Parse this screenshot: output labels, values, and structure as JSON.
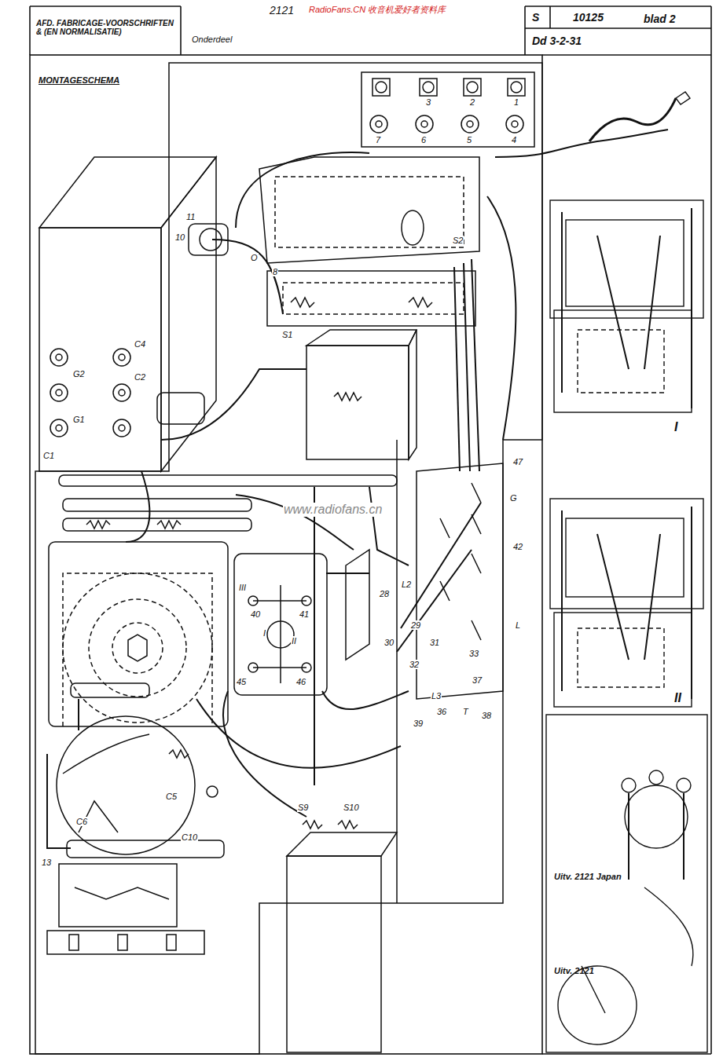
{
  "diagram": {
    "nodes": [
      {
        "text": [
          "AFD. FABRICAGE-VOORSCHRIFTEN & (EN NORMALISATIE)"
        ]
      },
      {
        "text": [
          "S",
          "10125",
          "blad 2",
          "Dd 3-2-31"
        ]
      },
      {
        "text": [
          "I"
        ]
      },
      {
        "text": [
          "II"
        ]
      },
      {
        "text": [
          "Uitv. 2121 Japan",
          "Uitv. 2121"
        ]
      }
    ],
    "labels": [
      "Onderdeel",
      "2121",
      "RadioFans.CN 收音机爱好者资料库",
      "MONTAGESCHEMA",
      "7",
      "6",
      "5",
      "4",
      "3",
      "2",
      "1",
      "O",
      "11",
      "10",
      "C1",
      "G1",
      "C2",
      "G2",
      "C4",
      "S1",
      "S2",
      "8",
      "III",
      "I",
      "II",
      "40",
      "41",
      "45",
      "46",
      "47",
      "G",
      "42",
      "L2",
      "28",
      "29",
      "30",
      "31",
      "32",
      "33",
      "L",
      "T",
      "L3",
      "36",
      "37",
      "38",
      "39",
      "S9",
      "S10",
      "C5",
      "C6",
      "C10",
      "13",
      "www.radiofans.cn"
    ]
  }
}
